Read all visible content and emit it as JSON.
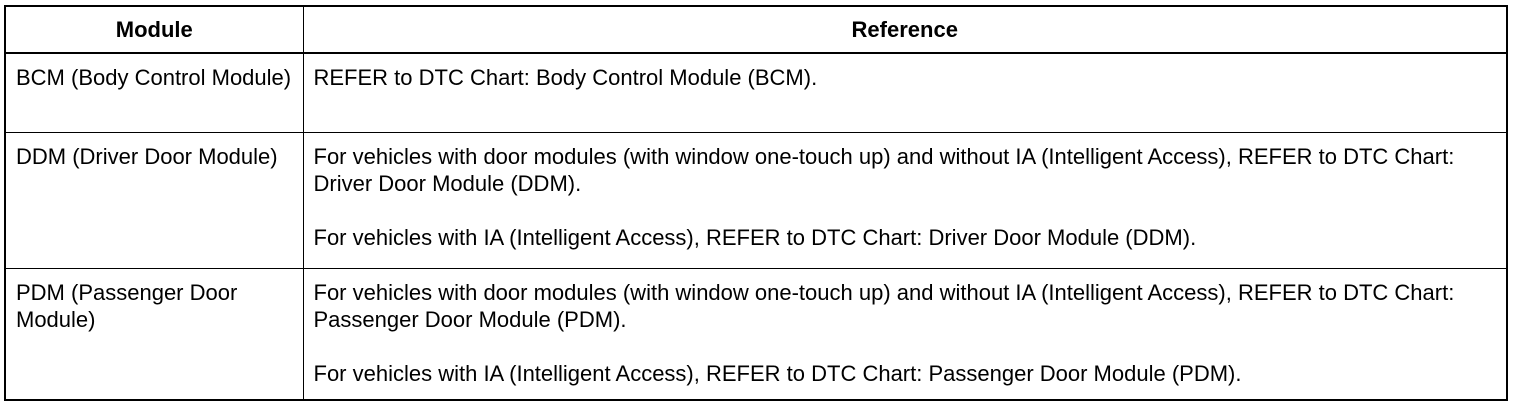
{
  "table": {
    "headers": [
      "Module",
      "Reference"
    ],
    "rows": [
      {
        "module": "BCM (Body Control Module)",
        "references": [
          "REFER to DTC Chart: Body Control Module (BCM)."
        ]
      },
      {
        "module": "DDM (Driver Door Module)",
        "references": [
          "For vehicles with door modules (with window one-touch up) and without IA (Intelligent Access), REFER to DTC Chart: Driver Door Module (DDM).",
          "For vehicles with IA (Intelligent Access), REFER to DTC Chart: Driver Door Module (DDM)."
        ]
      },
      {
        "module": "PDM (Passenger Door Module)",
        "references": [
          "For vehicles with door modules (with window one-touch up) and without IA (Intelligent Access), REFER to DTC Chart: Passenger Door Module (PDM).",
          "For vehicles with IA (Intelligent Access), REFER to DTC Chart: Passenger Door Module (PDM)."
        ]
      }
    ]
  }
}
